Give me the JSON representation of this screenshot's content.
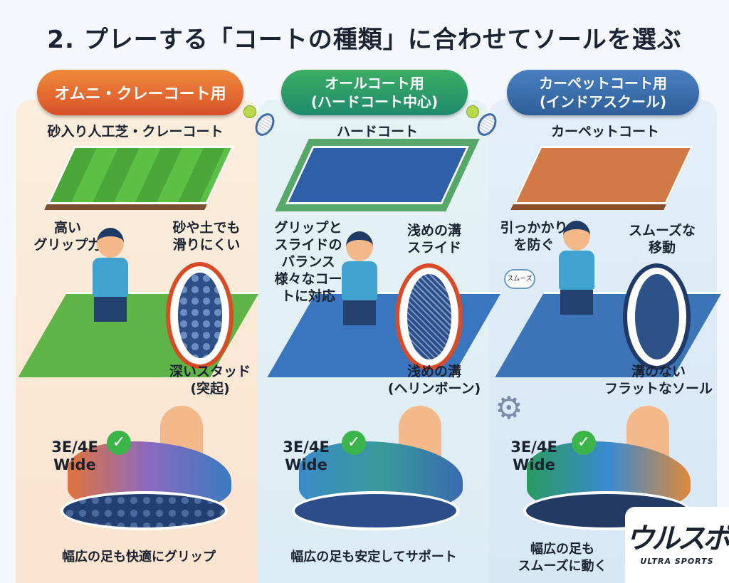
{
  "title": "2. プレーする「コートの種類」に合わせてソールを選ぶ",
  "columns": [
    {
      "pill": "オムニ・クレーコート用",
      "pill_sub": "",
      "court": "砂入り人工芝・クレーコート",
      "left_label": "高い\nグリップ力",
      "right_label": "砂や土でも\n滑りにくい",
      "sole_label": "深いスタッド\n(突起)",
      "wide": "3E/4E\nWide",
      "bottom": "幅広の足も快適にグリップ",
      "color": "#e06a30"
    },
    {
      "pill": "オールコート用",
      "pill_sub": "(ハードコート中心)",
      "court": "ハードコート",
      "left_label": "グリップと\nスライドの\nバランス\n様々なコー\nトに対応",
      "right_label": "浅めの溝\nスライド",
      "sole_label": "浅めの溝\n(ヘリンボーン)",
      "wide": "3E/4E\nWide",
      "bottom": "幅広の足も安定してサポート",
      "color": "#2a9a68"
    },
    {
      "pill": "カーペットコート用",
      "pill_sub": "(インドアスクール)",
      "court": "カーペットコート",
      "left_label": "引っかかり\nを防ぐ",
      "right_label": "スムーズな\n移動",
      "badge": "スムーズ",
      "sole_label": "溝のない\nフラットなソール",
      "wide": "3E/4E\nWide",
      "bottom": "幅広の足も\nスムーズに動く",
      "color": "#3a6ea8"
    }
  ],
  "logo": {
    "mark": "ウルスポ",
    "name": "ULTRA SPORTS"
  }
}
